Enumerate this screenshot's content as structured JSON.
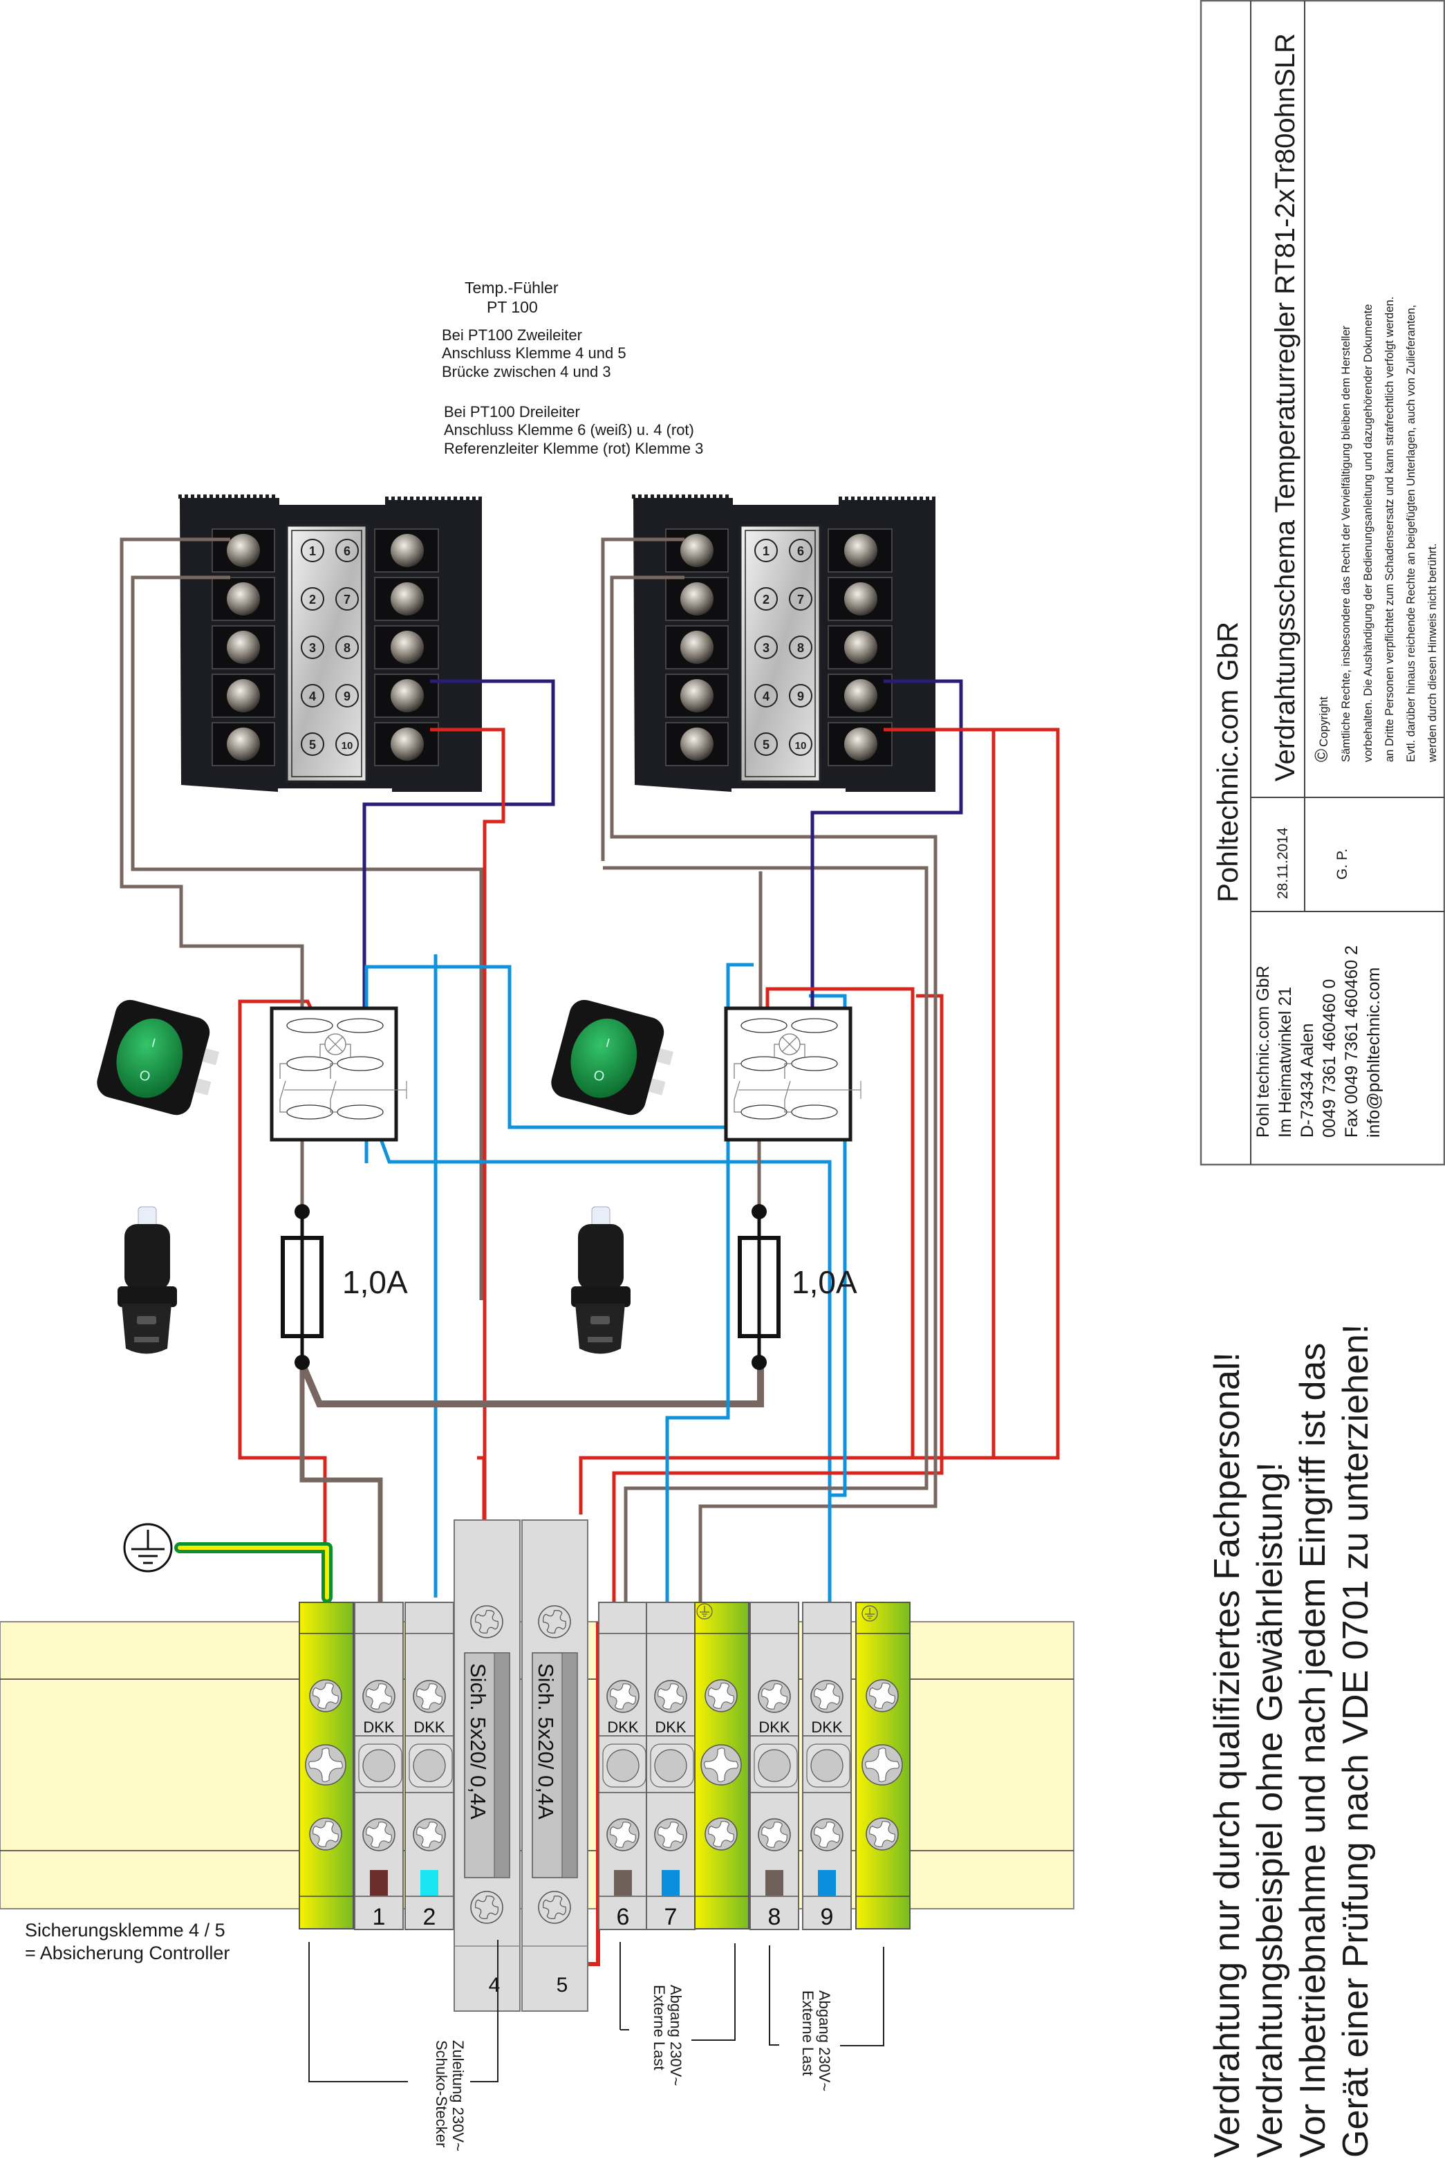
{
  "sensor_note": {
    "title_line1": "Temp.-Fühler",
    "title_line2": "PT 100",
    "two_wire": [
      "Bei PT100 Zweileiter",
      "Anschluss Klemme 4 und 5",
      "Brücke zwischen 4 und 3"
    ],
    "three_wire": [
      "Bei PT100 Dreileiter",
      "Anschluss Klemme 6 (weiß) u. 4 (rot)",
      "Referenzleiter Klemme (rot) Klemme 3"
    ]
  },
  "controllers": [
    {
      "name": "controller-1",
      "terminals_left": [
        "1",
        "2",
        "3",
        "4",
        "5"
      ],
      "terminals_right": [
        "6",
        "7",
        "8",
        "9",
        "10"
      ]
    },
    {
      "name": "controller-2",
      "terminals_left": [
        "1",
        "2",
        "3",
        "4",
        "5"
      ],
      "terminals_right": [
        "6",
        "7",
        "8",
        "9",
        "10"
      ]
    }
  ],
  "fuses": [
    {
      "rating": "1,0A"
    },
    {
      "rating": "1,0A"
    }
  ],
  "terminal_strip": {
    "dkk_label": "DKK",
    "fuse_terminal_label": "Sich. 5x20/ 0,4A",
    "terminals": [
      {
        "number": "1",
        "type": "DKK",
        "marker_color": "#6b2e2a"
      },
      {
        "number": "2",
        "type": "DKK",
        "marker_color": "#19e6f0"
      },
      {
        "number": "4",
        "type": "fuse"
      },
      {
        "number": "5",
        "type": "fuse"
      },
      {
        "number": "6",
        "type": "DKK",
        "marker_color": "#6e5f59"
      },
      {
        "number": "7",
        "type": "DKK",
        "marker_color": "#0a8fdc"
      },
      {
        "number": "8",
        "type": "DKK",
        "marker_color": "#6e5f59"
      },
      {
        "number": "9",
        "type": "DKK",
        "marker_color": "#0a8fdc"
      }
    ]
  },
  "labels": {
    "fuse_terminal_note": [
      "Sicherungsklemme 4 / 5",
      "= Absicherung Controller"
    ],
    "supply": [
      "Zuleitung 230V~",
      "Schuko-Stecker"
    ],
    "output1": [
      "Abgang 230V~",
      "Externe Last"
    ],
    "output2": [
      "Abgang 230V~",
      "Externe Last"
    ]
  },
  "warnings": [
    "Verdrahtung nur durch qualifiziertes Fachpersonal!",
    "Verdrahtungsbeispiel ohne Gewährleistung!",
    "Vor Inbetriebnahme und nach jedem Eingriff ist das",
    "Gerät einer Prüfung nach VDE 0701 zu unterziehen!"
  ],
  "title_block": {
    "company": "Pohltechnic.com GbR",
    "title": "Verdrahtungsschema Temperaturregler RT81-2xTr80ohnSLR",
    "date": "28.11.2014",
    "author": "G. P.",
    "address": [
      "Pohl technic.com GbR",
      "Im Heimatwinkel 21",
      "D-73434 Aalen",
      "0049 7361 460460 0",
      "Fax 0049 7361 460460 2",
      "info@pohltechnic.com"
    ],
    "copyright_label": "Copyright",
    "copyright_text": [
      "Sämtliche Rechte, insbesondere das Recht  der Vervielfältigung bleiben dem Hersteller",
      "vorbehalten. Die Aushändigung der Bedienungsanleitung und dazugehörender Dokumente",
      "an Dritte Personen verpflichtet zum Schadensersatz und kann strafrechtlich verfolgt werden.",
      "Evtl. darüber hinaus reichende Rechte an beigefügten Unterlagen, auch von Zulieferanten,",
      "werden durch diesen Hinweis nicht berührt."
    ]
  },
  "colors": {
    "wire_red": "#d8261f",
    "wire_brown": "#776760",
    "wire_darkblue": "#2a1d78",
    "wire_lightblue": "#0f93dc",
    "rail": "#fffac8",
    "terminal_grey": "#dcdcdc",
    "pe_yellow": "#f5f000",
    "pe_green": "#7dbe22"
  }
}
